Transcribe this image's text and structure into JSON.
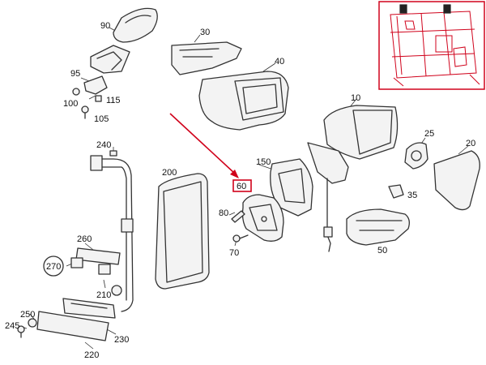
{
  "diagram": {
    "highlight_color": "#d0021b",
    "highlighted_part": "60",
    "parts": [
      {
        "id": "p90",
        "number": "90"
      },
      {
        "id": "p30",
        "number": "30"
      },
      {
        "id": "p40",
        "number": "40"
      },
      {
        "id": "p95",
        "number": "95"
      },
      {
        "id": "p100",
        "number": "100"
      },
      {
        "id": "p115",
        "number": "115"
      },
      {
        "id": "p105",
        "number": "105"
      },
      {
        "id": "p10",
        "number": "10"
      },
      {
        "id": "p25",
        "number": "25"
      },
      {
        "id": "p20",
        "number": "20"
      },
      {
        "id": "p240",
        "number": "240"
      },
      {
        "id": "p200",
        "number": "200"
      },
      {
        "id": "p150",
        "number": "150"
      },
      {
        "id": "p60",
        "number": "60"
      },
      {
        "id": "p35",
        "number": "35"
      },
      {
        "id": "p80",
        "number": "80"
      },
      {
        "id": "p70",
        "number": "70"
      },
      {
        "id": "p50",
        "number": "50"
      },
      {
        "id": "p260",
        "number": "260"
      },
      {
        "id": "p270",
        "number": "270"
      },
      {
        "id": "p210",
        "number": "210"
      },
      {
        "id": "p250",
        "number": "250"
      },
      {
        "id": "p245",
        "number": "245"
      },
      {
        "id": "p230",
        "number": "230"
      },
      {
        "id": "p220",
        "number": "220"
      }
    ]
  }
}
